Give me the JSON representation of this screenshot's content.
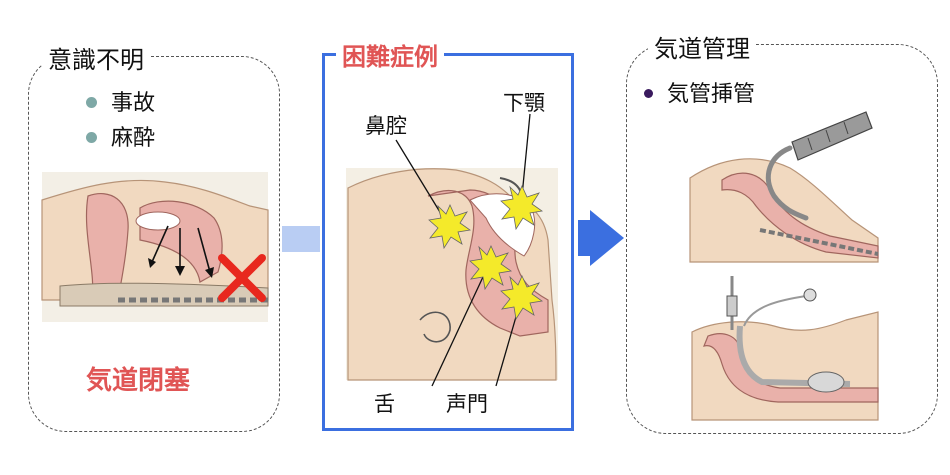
{
  "left": {
    "title": "意識不明",
    "items": [
      "事故",
      "麻酔"
    ],
    "caption": "気道閉塞"
  },
  "center": {
    "title": "困難症例",
    "labels": {
      "nasal": "鼻腔",
      "jaw": "下顎",
      "tongue": "舌",
      "glottis": "声門"
    }
  },
  "right": {
    "title": "気道管理",
    "items": [
      "気管挿管"
    ]
  },
  "colors": {
    "accent_blue": "#3b6fe0",
    "alert_red": "#e05555",
    "bullet_teal": "#7ea8a6",
    "bullet_purple": "#3a1a5e",
    "skin": "#f1d9c0",
    "tissue": "#e9b1aa",
    "highlight_yellow": "#f4ea2a"
  }
}
